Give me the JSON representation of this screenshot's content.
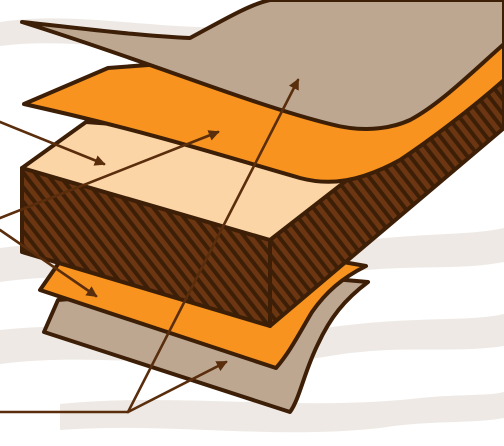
{
  "colors": {
    "background": "#ffffff",
    "background_swirl": "#eee9e4",
    "outline": "#3d1f08",
    "leader_line": "#5a2d0c",
    "taupe_veneer": "#bda791",
    "orange_layer": "#f7931e",
    "cream_layer": "#fbd5a5",
    "core_wood": "#6b3611",
    "core_grain": "#3d1f08"
  },
  "diagram": {
    "description_visible_text": "",
    "layers_top_to_bottom": [
      {
        "name": "taupe-top-veneer",
        "color": "#bda791"
      },
      {
        "name": "orange-top-layer",
        "color": "#f7931e"
      },
      {
        "name": "cream-top-surface",
        "color": "#fbd5a5"
      },
      {
        "name": "striped-wood-core",
        "color": "#6b3611"
      },
      {
        "name": "orange-bottom-layer",
        "color": "#f7931e"
      },
      {
        "name": "taupe-bottom-backer",
        "color": "#bda791"
      }
    ],
    "leader_arrows": [
      {
        "name": "arrow-to-cream-surface",
        "icon": "arrow-icon"
      },
      {
        "name": "arrow-to-core-upper",
        "icon": "arrow-icon"
      },
      {
        "name": "arrow-to-orange-bottom",
        "icon": "arrow-icon"
      },
      {
        "name": "arrow-to-taupe-top",
        "icon": "arrow-icon"
      },
      {
        "name": "arrow-to-taupe-bottom",
        "icon": "arrow-icon"
      }
    ]
  }
}
